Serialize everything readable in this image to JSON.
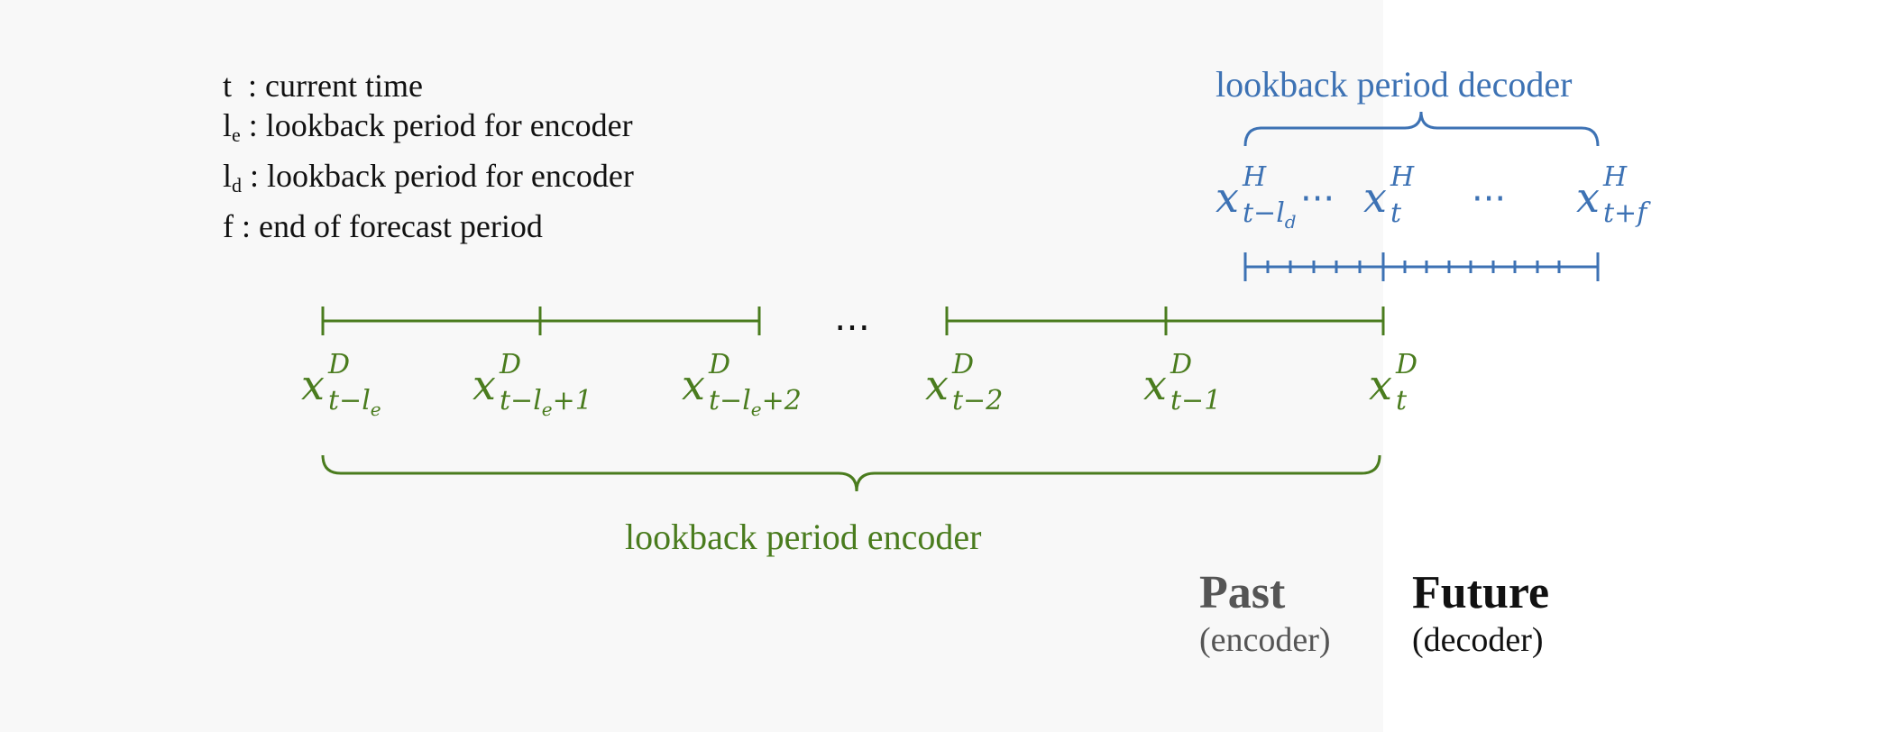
{
  "legend": [
    {
      "sym": "t",
      "sub": "",
      "pad": "  ",
      "text": ": current time"
    },
    {
      "sym": "l",
      "sub": "e",
      "pad": "",
      "text": " : lookback period for encoder"
    },
    {
      "sym": "l",
      "sub": "d",
      "pad": "",
      "text": " : lookback period for encoder"
    },
    {
      "sym": "f",
      "sub": "",
      "pad": "",
      "text": " : end of forecast period"
    }
  ],
  "encoder": {
    "title": "lookback period encoder",
    "labels": [
      {
        "base": "x",
        "sup": "D",
        "sub": "t−l",
        "subsub": "e",
        "tail": ""
      },
      {
        "base": "x",
        "sup": "D",
        "sub": "t−l",
        "subsub": "e",
        "tail": "+1"
      },
      {
        "base": "x",
        "sup": "D",
        "sub": "t−l",
        "subsub": "e",
        "tail": "+2"
      },
      {
        "base": "x",
        "sup": "D",
        "sub": "t−2",
        "subsub": "",
        "tail": ""
      },
      {
        "base": "x",
        "sup": "D",
        "sub": "t−1",
        "subsub": "",
        "tail": ""
      },
      {
        "base": "x",
        "sup": "D",
        "sub": "t",
        "subsub": "",
        "tail": ""
      }
    ],
    "ellipsis": "…"
  },
  "decoder": {
    "title": "lookback period decoder",
    "labels": [
      {
        "base": "x",
        "sup": "H",
        "sub": "t−l",
        "subsub": "d",
        "tail": ""
      },
      {
        "base": "x",
        "sup": "H",
        "sub": "t",
        "subsub": "",
        "tail": ""
      },
      {
        "base": "x",
        "sup": "H",
        "sub": "t+f",
        "subsub": "",
        "tail": ""
      }
    ],
    "ellipsis1": "···",
    "ellipsis2": "···"
  },
  "past": {
    "heading": "Past",
    "sub": "(encoder)"
  },
  "future": {
    "heading": "Future",
    "sub": "(decoder)"
  },
  "colors": {
    "encoder": "#4a7c1e",
    "decoder": "#3d72b4",
    "past_bg": "#f8f8f8",
    "past_text": "#555555"
  }
}
